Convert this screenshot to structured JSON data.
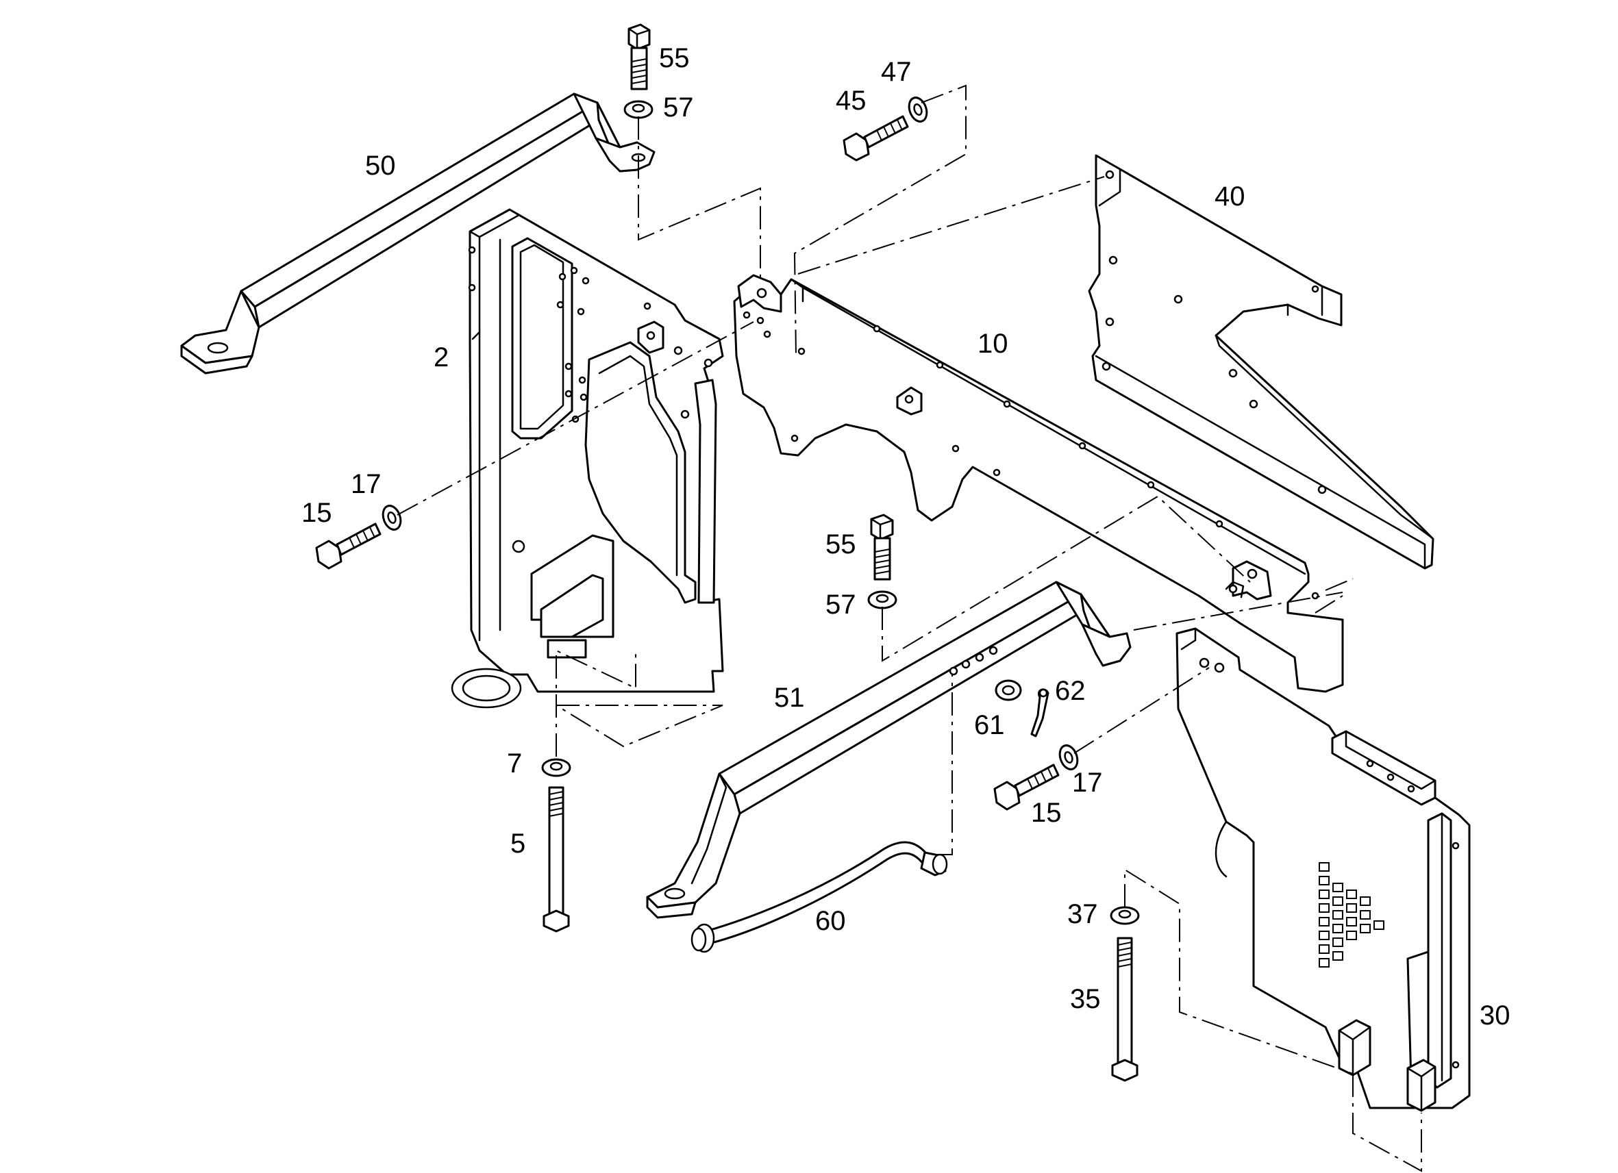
{
  "callouts": [
    {
      "id": "c55a",
      "text": "55"
    },
    {
      "id": "c57a",
      "text": "57"
    },
    {
      "id": "c47",
      "text": "47"
    },
    {
      "id": "c45",
      "text": "45"
    },
    {
      "id": "c50",
      "text": "50"
    },
    {
      "id": "c40",
      "text": "40"
    },
    {
      "id": "c10",
      "text": "10"
    },
    {
      "id": "c2",
      "text": "2"
    },
    {
      "id": "c17a",
      "text": "17"
    },
    {
      "id": "c15a",
      "text": "15"
    },
    {
      "id": "c55b",
      "text": "55"
    },
    {
      "id": "c57b",
      "text": "57"
    },
    {
      "id": "c51",
      "text": "51"
    },
    {
      "id": "c62",
      "text": "62"
    },
    {
      "id": "c61",
      "text": "61"
    },
    {
      "id": "c7",
      "text": "7"
    },
    {
      "id": "c17b",
      "text": "17"
    },
    {
      "id": "c15b",
      "text": "15"
    },
    {
      "id": "c5",
      "text": "5"
    },
    {
      "id": "c60",
      "text": "60"
    },
    {
      "id": "c37",
      "text": "37"
    },
    {
      "id": "c35",
      "text": "35"
    },
    {
      "id": "c30",
      "text": "30"
    }
  ]
}
